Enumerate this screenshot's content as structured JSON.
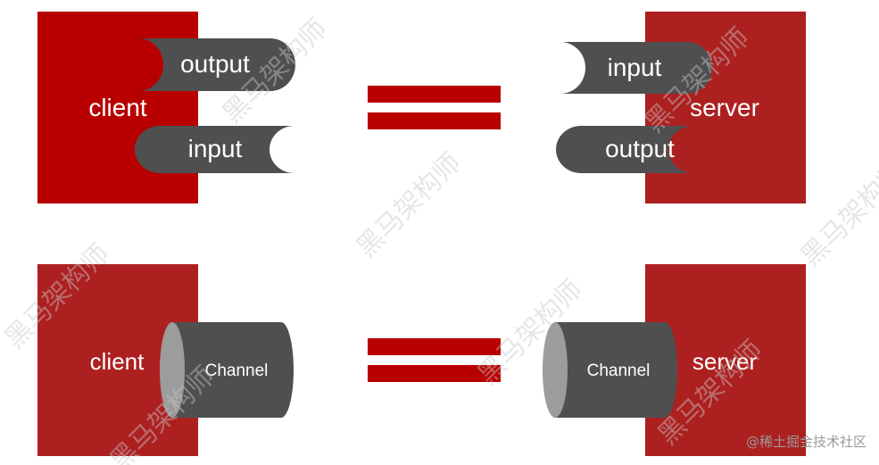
{
  "top": {
    "client": {
      "label": "client",
      "out_pipe": "output",
      "in_pipe": "input"
    },
    "server": {
      "label": "server",
      "in_pipe": "input",
      "out_pipe": "output"
    }
  },
  "bottom": {
    "client": {
      "label": "client",
      "channel": "Channel"
    },
    "server": {
      "label": "server",
      "channel": "Channel"
    }
  },
  "watermark": "黑马架构师",
  "credit": "@稀土掘金技术社区",
  "colors": {
    "client_top": "#b80000",
    "red": "#ad2020",
    "pipe": "#4f4f4f",
    "channel_end": "#9c9c9c",
    "equals": "#b80000"
  }
}
